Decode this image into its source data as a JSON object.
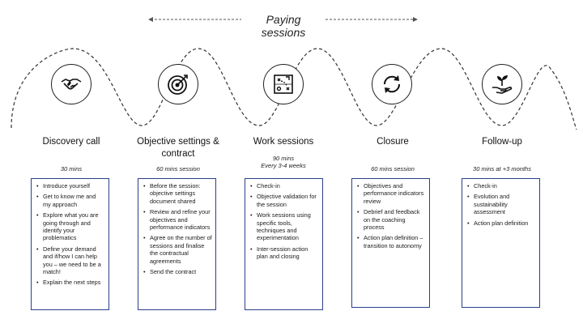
{
  "banner": {
    "label": "Paying sessions"
  },
  "stages": [
    {
      "title": "Discovery call",
      "duration": "30 mins",
      "icon": "handshake-icon",
      "items": [
        "Introduce yourself",
        "Get to know me and my approach",
        "Explore what you are going through and identify your problematics",
        "Define your demand and if/how I can help you – we need to be a match!",
        "Explain the next steps"
      ]
    },
    {
      "title": "Objective settings & contract",
      "duration": "60 mins session",
      "icon": "target-icon",
      "items": [
        "Before the session: objective settings document shared",
        "Review and refine your objectives and performance indicators",
        "Agree on the number of sessions and finalise the contractual agreements",
        "Send the contract"
      ]
    },
    {
      "title": "Work sessions",
      "duration": "90 mins\nEvery 3-4 weeks",
      "icon": "strategy-board-icon",
      "items": [
        "Check-in",
        "Objective validation for the session",
        "Work sessions using specific tools, techniques and experimentation",
        "Inter-session action plan and closing"
      ]
    },
    {
      "title": "Closure",
      "duration": "60 mins session",
      "icon": "cycle-arrows-icon",
      "items": [
        "Objectives and performance indicators review",
        "Debrief and feedback on the coaching process",
        "Action plan definition – transition to autonomy"
      ]
    },
    {
      "title": "Follow-up",
      "duration": "30 mins  at +3 months",
      "icon": "plant-in-hand-icon",
      "items": [
        "Check-in",
        "Evolution and sustainability assessment",
        "Action plan definition"
      ]
    }
  ]
}
